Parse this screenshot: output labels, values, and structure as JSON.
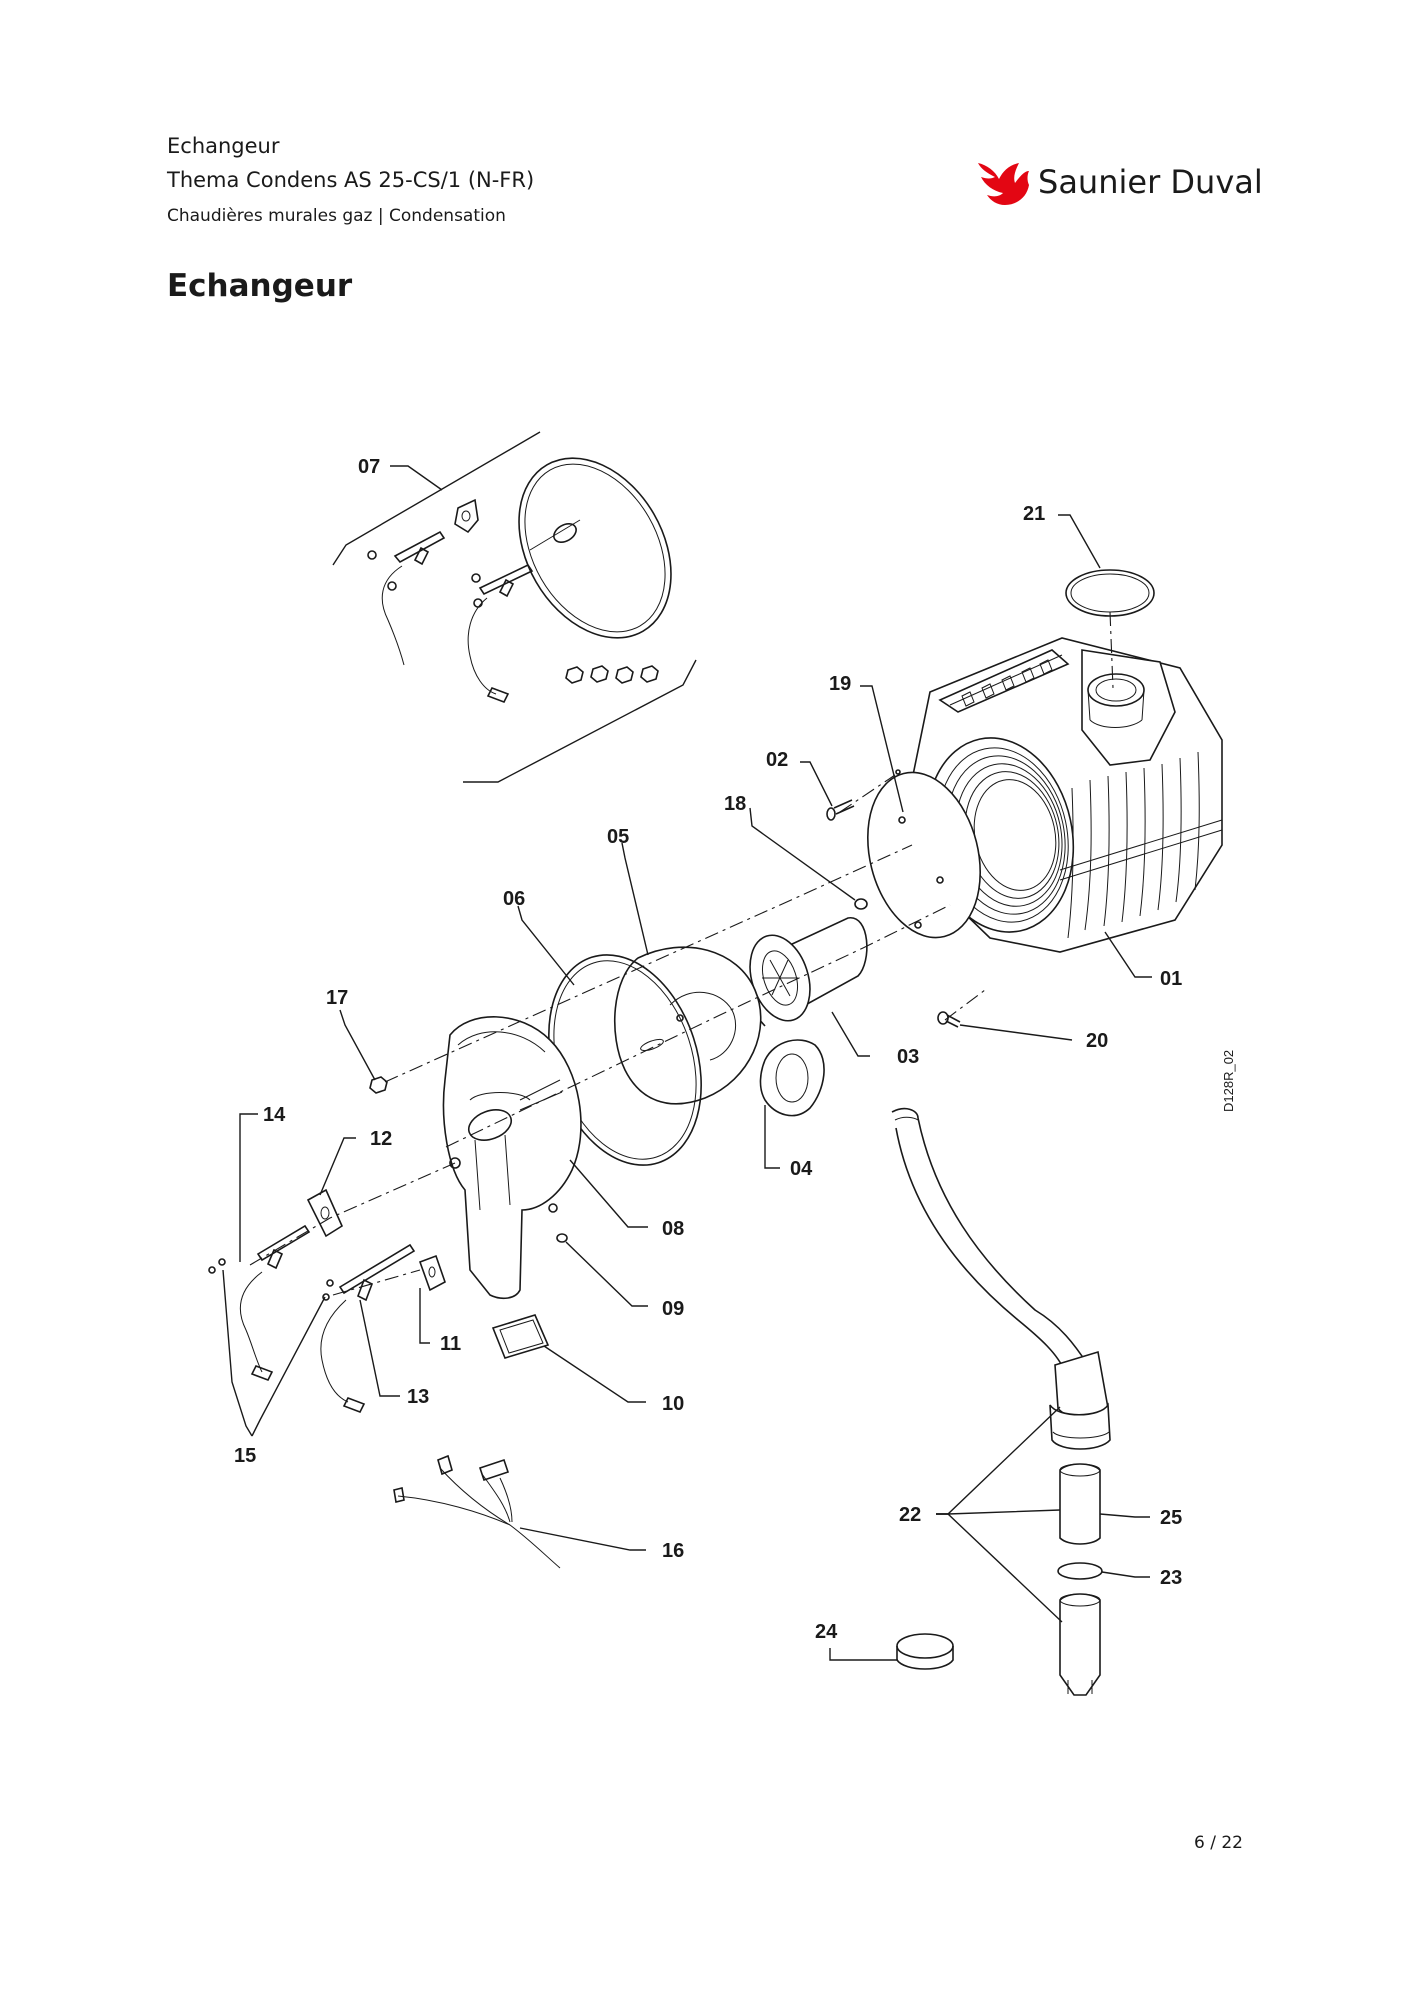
{
  "header": {
    "line1": "Echangeur",
    "line2": "Thema Condens AS 25-CS/1 (N-FR)",
    "line3": "Chaudières murales gaz | Condensation"
  },
  "page_title": "Echangeur",
  "brand": {
    "name": "Saunier Duval",
    "color": "#e30613"
  },
  "drawing_code": "D128R_02",
  "labels": {
    "p01": "01",
    "p02": "02",
    "p03": "03",
    "p04": "04",
    "p05": "05",
    "p06": "06",
    "p07": "07",
    "p08": "08",
    "p09": "09",
    "p10": "10",
    "p11": "11",
    "p12": "12",
    "p13": "13",
    "p14": "14",
    "p15": "15",
    "p16": "16",
    "p17": "17",
    "p18": "18",
    "p19": "19",
    "p20": "20",
    "p21": "21",
    "p22": "22",
    "p23": "23",
    "p24": "24",
    "p25": "25"
  },
  "page_number": "6 / 22"
}
